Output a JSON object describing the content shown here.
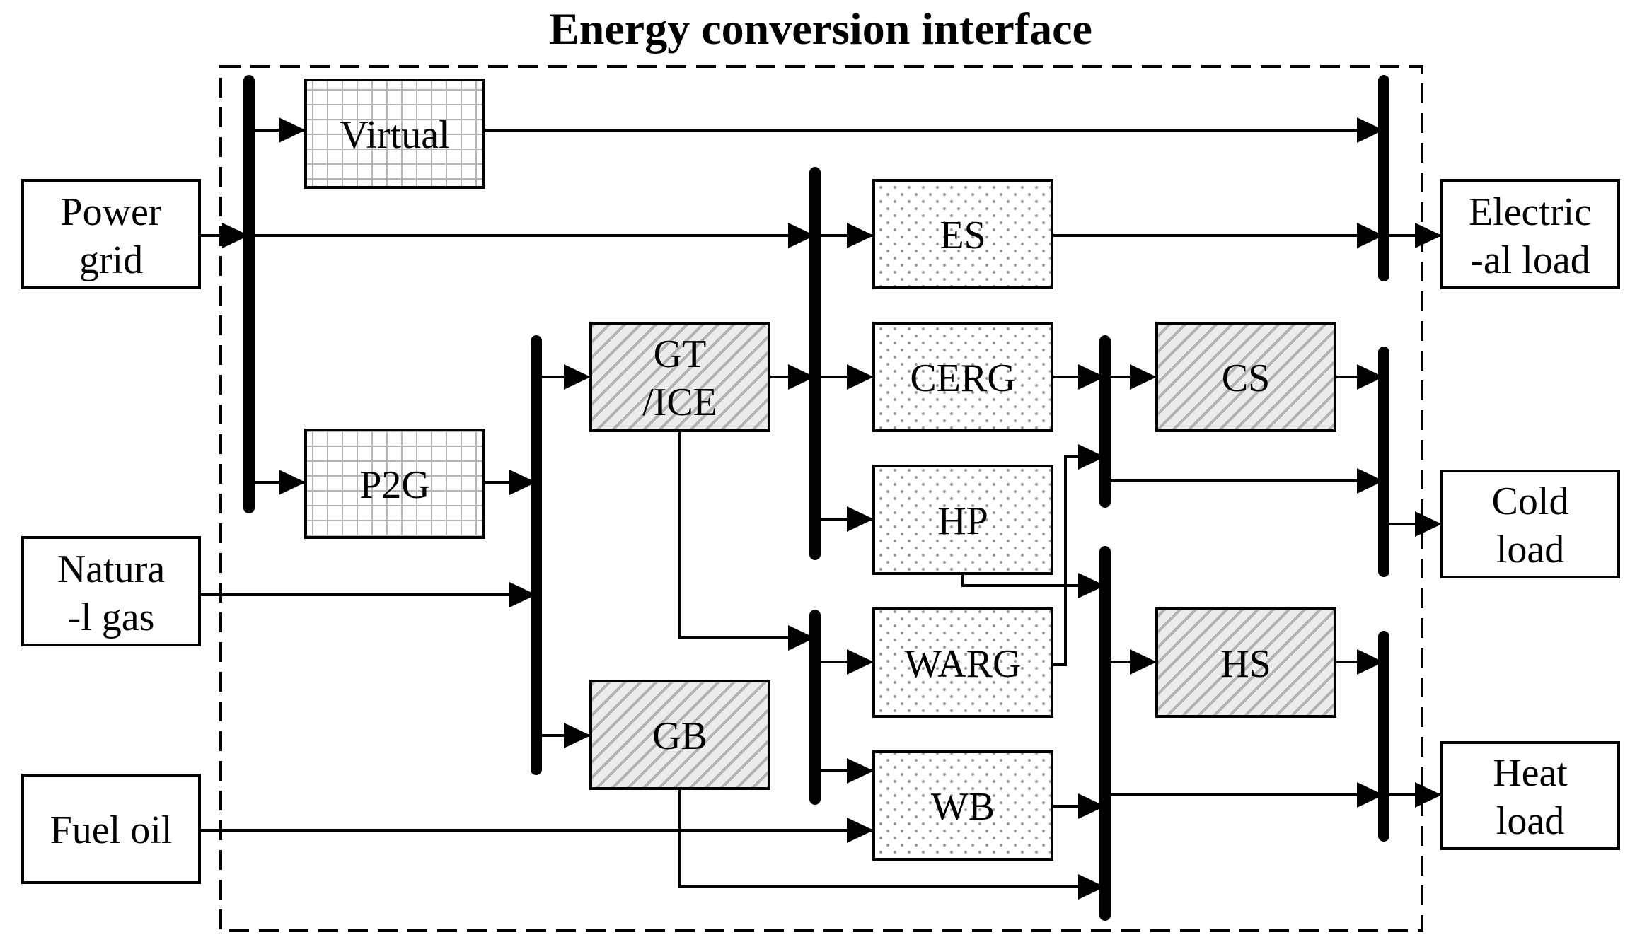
{
  "title": "Energy conversion interface",
  "inputs": {
    "power_grid": [
      "Power",
      "grid"
    ],
    "natural_gas": [
      "Natura",
      "-l gas"
    ],
    "fuel_oil": [
      "Fuel oil"
    ]
  },
  "outputs": {
    "electrical_load": [
      "Electric",
      "-al load"
    ],
    "cold_load": [
      "Cold",
      "load"
    ],
    "heat_load": [
      "Heat",
      "load"
    ]
  },
  "devices": {
    "virtual": [
      "Virtual"
    ],
    "p2g": [
      "P2G"
    ],
    "gt_ice": [
      "GT",
      "/ICE"
    ],
    "gb": [
      "GB"
    ],
    "es": [
      "ES"
    ],
    "cerg": [
      "CERG"
    ],
    "hp": [
      "HP"
    ],
    "warg": [
      "WARG"
    ],
    "wb": [
      "WB"
    ],
    "cs": [
      "CS"
    ],
    "hs": [
      "HS"
    ]
  }
}
